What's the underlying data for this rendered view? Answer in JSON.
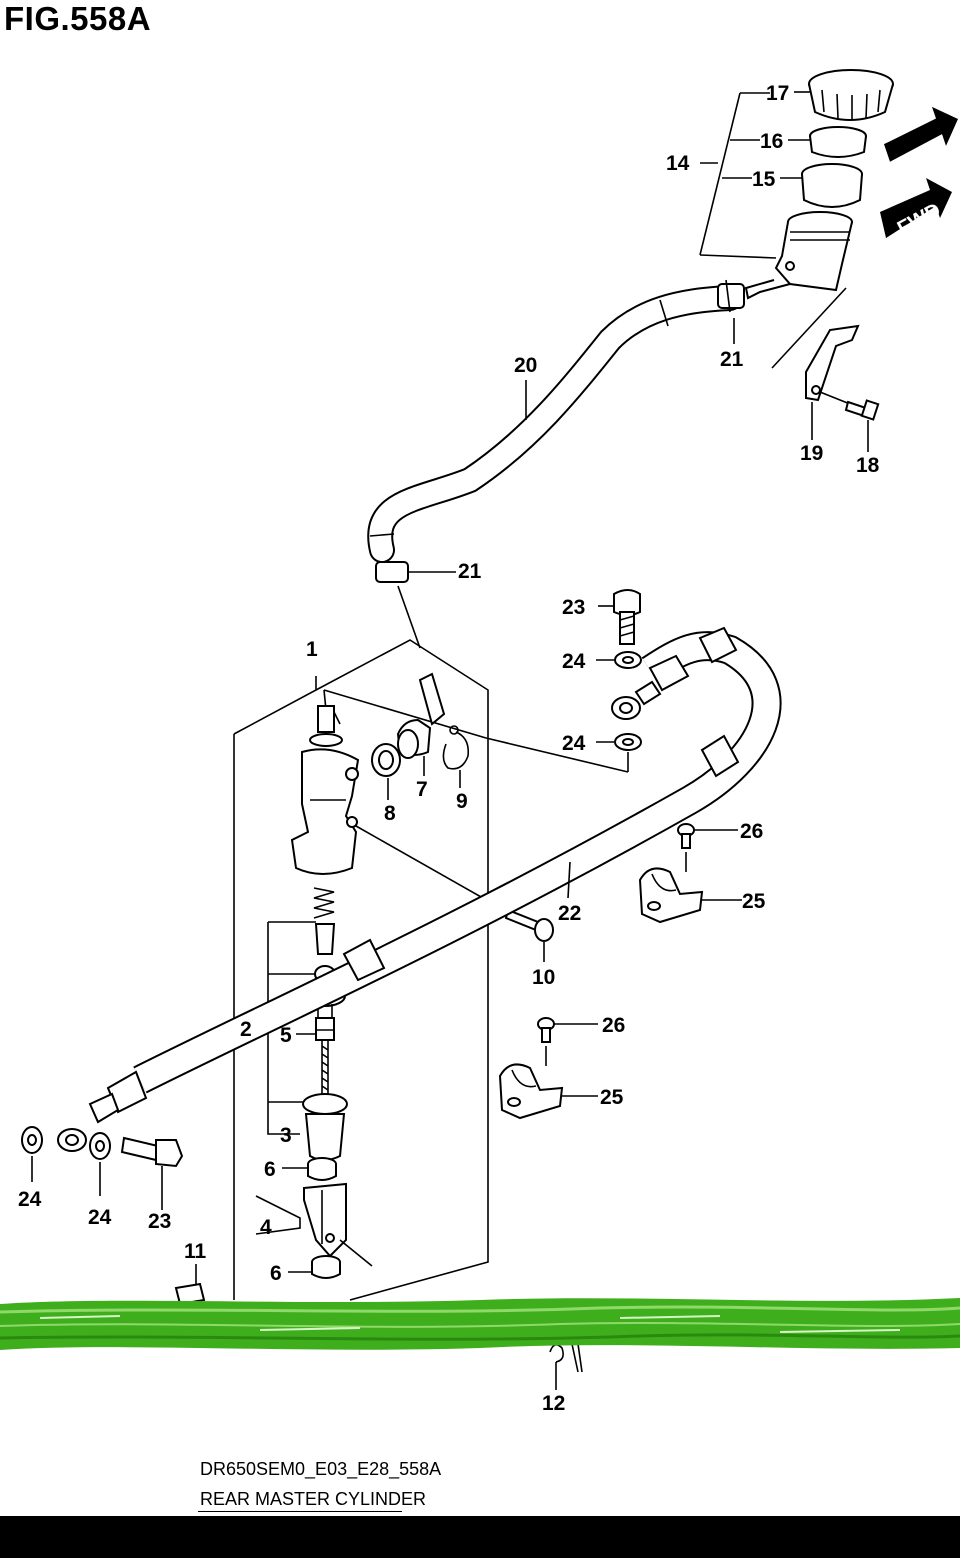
{
  "figure": {
    "title": "FIG.558A",
    "fwd_label": "FWD"
  },
  "footer": {
    "code": "DR650SEM0_E03_E28_558A",
    "name": "REAR MASTER CYLINDER"
  },
  "callouts": {
    "c1": "1",
    "c2": "2",
    "c3": "3",
    "c4": "4",
    "c5": "5",
    "c6a": "6",
    "c6b": "6",
    "c7": "7",
    "c8": "8",
    "c9": "9",
    "c10": "10",
    "c11": "11",
    "c12": "12",
    "c14": "14",
    "c15": "15",
    "c16": "16",
    "c17": "17",
    "c18": "18",
    "c19": "19",
    "c20": "20",
    "c21a": "21",
    "c21b": "21",
    "c22": "22",
    "c23a": "23",
    "c23b": "23",
    "c24a": "24",
    "c24b": "24",
    "c24c": "24",
    "c24d": "24",
    "c25a": "25",
    "c25b": "25",
    "c26a": "26",
    "c26b": "26"
  },
  "colors": {
    "brush_stroke": "#3fae1c",
    "brush_light": "#8fd86a",
    "ink": "#000000"
  }
}
